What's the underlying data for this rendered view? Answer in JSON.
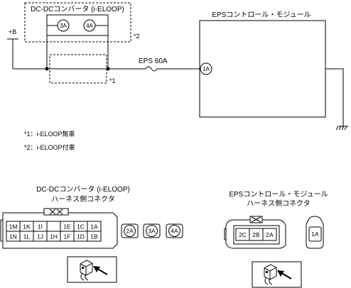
{
  "diagram": {
    "dcdc_title": "DC-DCコンバータ (i-ELOOP)",
    "eps_title": "EPSコントロール・モジュール",
    "plus_b": "+B",
    "fuse_label": "EPS 60A",
    "star1": "*1",
    "star2": "*2",
    "terminals": {
      "t3a": "3A",
      "t4a": "4A",
      "t1a": "1A"
    }
  },
  "notes": [
    "*1：i-ELOOP無車",
    "*2：i-ELOOP付車"
  ],
  "connectors": {
    "dcdc": {
      "title_line1": "DC-DCコンバータ (i-ELOOP)",
      "title_line2": "ハーネス側コネクタ",
      "row1": [
        "1M",
        "1K",
        "1I",
        "",
        "1E",
        "1C",
        "1A"
      ],
      "row2": [
        "1N",
        "1L",
        "1J",
        "1H",
        "1F",
        "1D",
        "1B"
      ],
      "round": [
        "2A",
        "3A",
        "4A"
      ]
    },
    "eps": {
      "title_line1": "EPSコントロール・モジュール",
      "title_line2": "ハーネス側コネクタ",
      "pins": [
        "2C",
        "2B",
        "2A"
      ],
      "single": "1A"
    }
  }
}
